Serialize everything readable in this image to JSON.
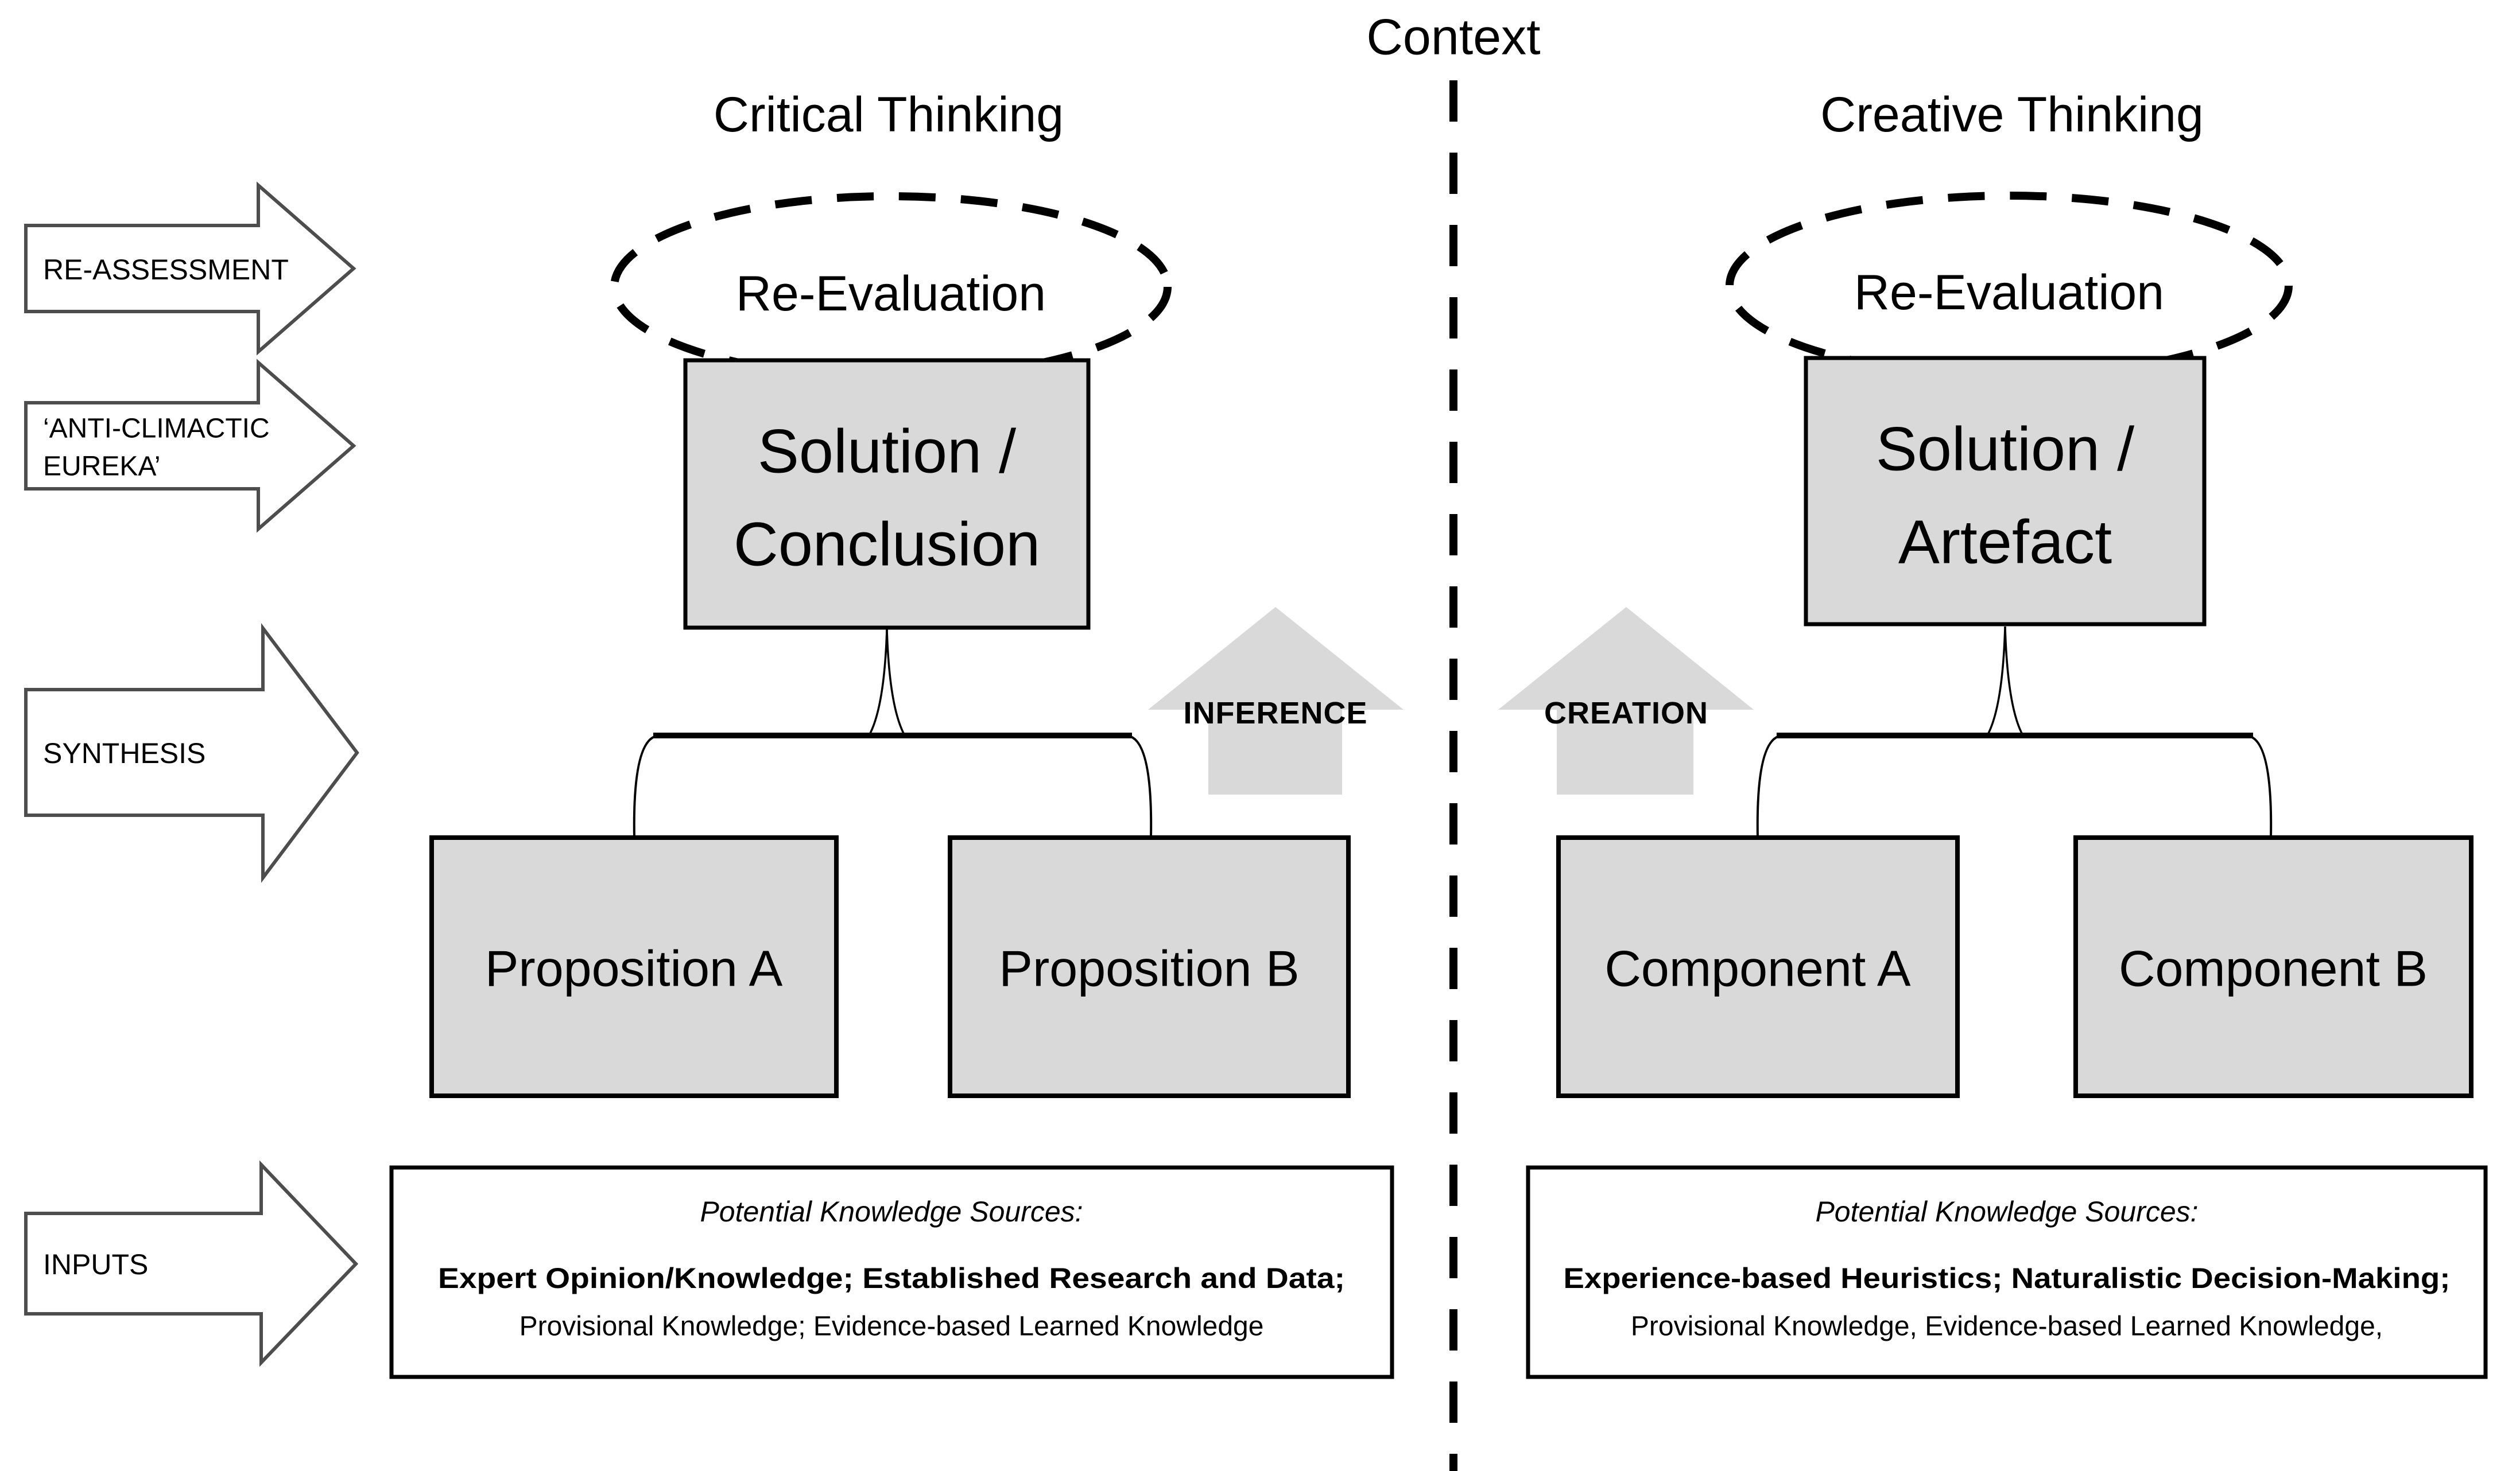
{
  "context_label": "Context",
  "left": {
    "header": "Critical Thinking",
    "reevaluation_label": "Re-Evaluation",
    "solution_box": {
      "line1": "Solution /",
      "line2": "Conclusion"
    },
    "child_boxes": [
      "Proposition A",
      "Proposition B"
    ],
    "process_arrow_label": "INFERENCE",
    "knowledge_box": {
      "heading": "Potential Knowledge Sources:",
      "line1": "Expert Opinion/Knowledge; Established Research and Data;",
      "line2": "Provisional Knowledge; Evidence-based Learned Knowledge"
    }
  },
  "right": {
    "header": "Creative Thinking",
    "reevaluation_label": "Re-Evaluation",
    "solution_box": {
      "line1": "Solution /",
      "line2": "Artefact"
    },
    "child_boxes": [
      "Component A",
      "Component B"
    ],
    "process_arrow_label": "CREATION",
    "knowledge_box": {
      "heading": "Potential Knowledge Sources:",
      "line1": "Experience-based Heuristics; Naturalistic Decision-Making;",
      "line2": "Provisional Knowledge, Evidence-based Learned Knowledge,"
    }
  },
  "side_arrows": {
    "reassessment": "RE-ASSESSMENT",
    "anticlimactic_line1": "‘ANTI-CLIMACTIC",
    "anticlimactic_line2": "EUREKA’",
    "synthesis": "SYNTHESIS",
    "inputs": "INPUTS"
  },
  "colors": {
    "box_fill": "#d9d9d9",
    "process_arrow_fill": "#d9d9d9",
    "side_arrow_fill": "#ffffff",
    "line": "#000000",
    "side_arrow_stroke": "#4d4d4d"
  }
}
